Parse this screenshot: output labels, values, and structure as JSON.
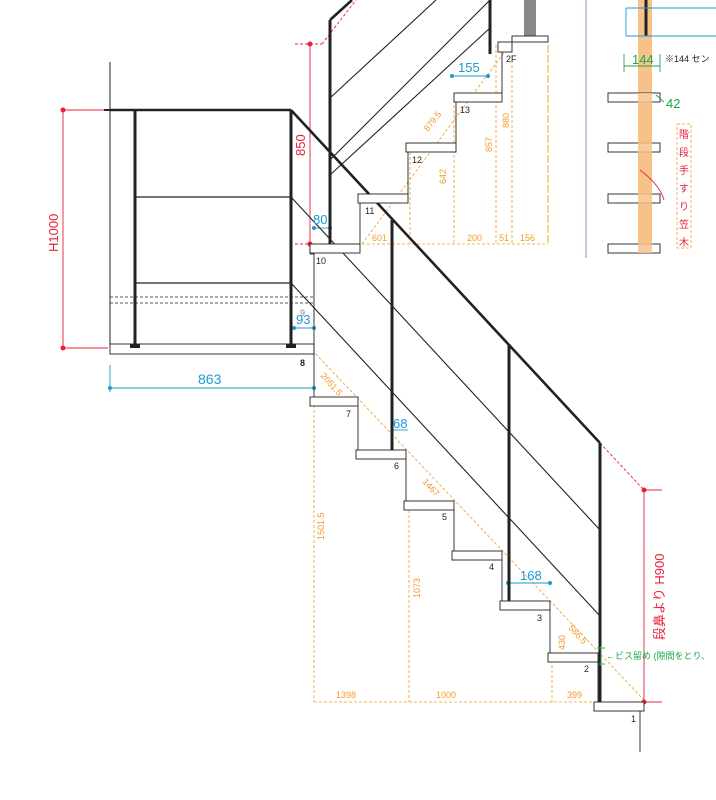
{
  "dims_red": {
    "h1000": "H1000",
    "h850": "850",
    "h900": "段鼻より H900"
  },
  "dims_blue": {
    "d863": "863",
    "d80": "80",
    "d93": "93",
    "d155": "155",
    "d68": "68",
    "d168": "168"
  },
  "dims_orange": {
    "d879_5": "879.5",
    "d857": "857",
    "d880": "880",
    "d642": "642",
    "d601": "601",
    "d200": "200",
    "d51": "51",
    "d156": "156",
    "d2051_5": "2051.5",
    "d1467": "1467",
    "d1501_5": "1501.5",
    "d1073": "1073",
    "d430": "430",
    "d586_5": "586.5",
    "d1398": "1398",
    "d1000": "1000",
    "d399": "399"
  },
  "step_labels": [
    "1",
    "2",
    "3",
    "4",
    "5",
    "6",
    "7",
    "8",
    "9",
    "10",
    "11",
    "12",
    "13",
    "2F"
  ],
  "detail": {
    "d144": "144",
    "note144": "※144 セン",
    "d42": "42",
    "handrail_label": [
      "階",
      "段",
      "手",
      "す",
      "り",
      "笠",
      "木"
    ]
  },
  "annotation": {
    "screw": "←ビス留め (隙間をとり、"
  }
}
